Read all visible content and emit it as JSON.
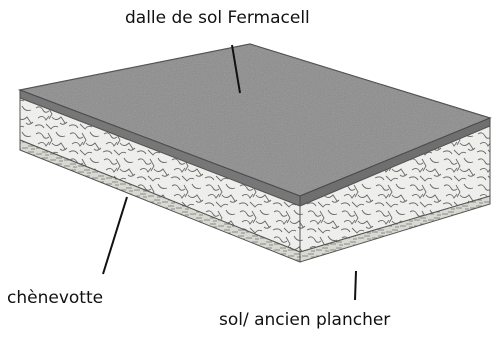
{
  "labels": {
    "slab": "dalle de sol Fermacell",
    "hemp": "chènevotte",
    "floor": "sol/ ancien plancher"
  },
  "colors": {
    "slab_top": "#8a8a8a",
    "slab_edge": "#6f6f6f",
    "hemp_fill": "#eeeeec",
    "hemp_strokes": "#6a6a6a",
    "floor_fill": "#d9d9d4",
    "leader_line": "#111111"
  }
}
